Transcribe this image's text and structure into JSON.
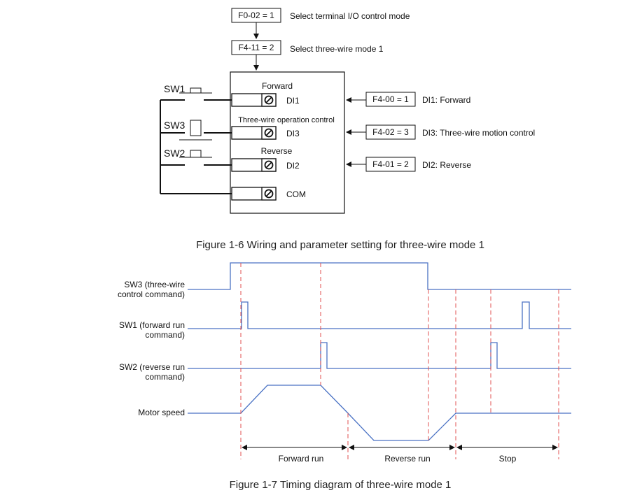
{
  "wiring": {
    "param_top": "F0-02 = 1",
    "param_top_desc": "Select terminal I/O control mode",
    "param_mode": "F4-11 = 2",
    "param_mode_desc": "Select three-wire mode 1",
    "switches": [
      "SW1",
      "SW3",
      "SW2"
    ],
    "group_labels": [
      "Forward",
      "Three-wire operation control",
      "Reverse"
    ],
    "terminals": [
      "DI1",
      "DI3",
      "DI2",
      "COM"
    ],
    "params": [
      {
        "code": "F4-00 = 1",
        "desc": "DI1: Forward"
      },
      {
        "code": "F4-02 = 3",
        "desc": "DI3: Three-wire motion control"
      },
      {
        "code": "F4-01 = 2",
        "desc": "DI2: Reverse"
      }
    ],
    "caption": "Figure 1-6 Wiring and parameter setting for three-wire mode 1"
  },
  "timing": {
    "signals": [
      [
        "SW3 (three-wire",
        "control command)"
      ],
      [
        "SW1 (forward run",
        "command)"
      ],
      [
        "SW2 (reverse run",
        "command)"
      ],
      [
        "Motor speed"
      ]
    ],
    "phases": [
      "Forward run",
      "Reverse run",
      "Stop"
    ],
    "caption": "Figure 1-7 Timing diagram of three-wire mode 1"
  },
  "colors": {
    "signal": "#4a72c4",
    "marker": "#e05252",
    "ink": "#111111"
  }
}
